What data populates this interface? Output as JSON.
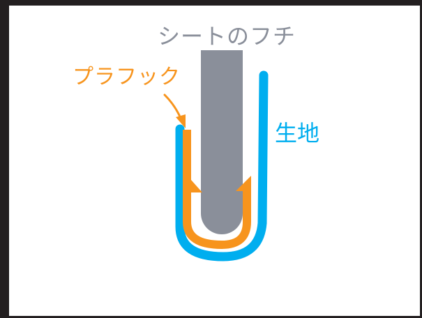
{
  "labels": {
    "sheet_edge": "シートのフチ",
    "plastic_hook": "プラフック",
    "fabric": "生地"
  },
  "colors": {
    "frame": "#231f20",
    "sheet_edge": "#8a8f9a",
    "plastic_hook": "#f7941d",
    "fabric": "#00aeef",
    "background": "#ffffff"
  }
}
